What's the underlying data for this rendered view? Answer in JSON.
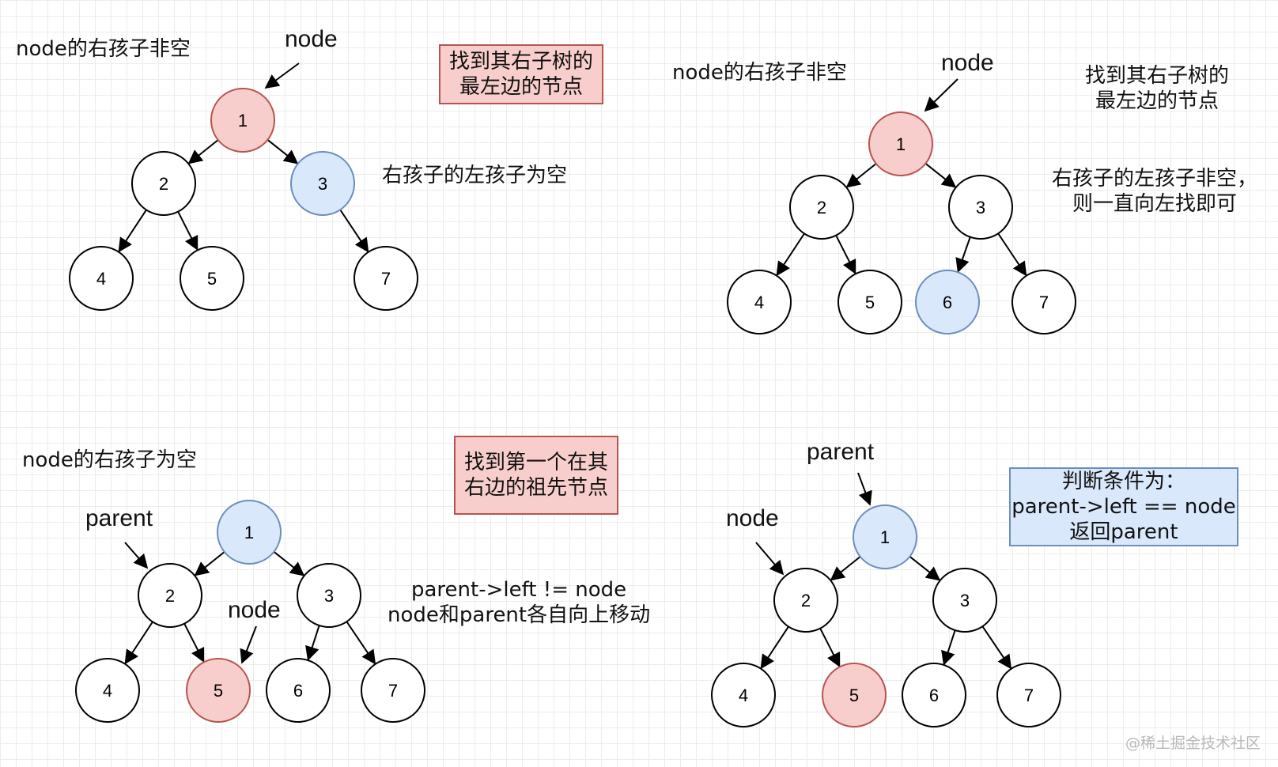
{
  "colors": {
    "red_fill": "#f8cecc",
    "red_stroke": "#b85450",
    "blue_fill": "#dae8fc",
    "blue_stroke": "#6c8ebf",
    "white_fill": "#ffffff",
    "stroke": "#000000"
  },
  "panels": {
    "top_left": {
      "title": "node的右孩子非空",
      "pointer": "node",
      "box": {
        "line1": "找到其右子树的",
        "line2": "最左边的节点"
      },
      "note": "右孩子的左孩子为空"
    },
    "top_right": {
      "title": "node的右孩子非空",
      "pointer": "node",
      "note_top": {
        "line1": "找到其右子树的",
        "line2": "最左边的节点"
      },
      "note": {
        "line1": "右孩子的左孩子非空，",
        "line2": "则一直向左找即可"
      }
    },
    "bottom_left": {
      "title": "node的右孩子为空",
      "pointer_parent": "parent",
      "pointer_node": "node",
      "box": {
        "line1": "找到第一个在其",
        "line2": "右边的祖先节点"
      },
      "note": {
        "line1": "parent->left != node",
        "line2": "node和parent各自向上移动"
      }
    },
    "bottom_right": {
      "pointer_parent": "parent",
      "pointer_node": "node",
      "box": {
        "line1": "判断条件为：",
        "line2": "parent->left == node",
        "line3": "返回parent"
      }
    }
  },
  "trees": [
    {
      "id": "tl",
      "nodes": [
        {
          "label": "1",
          "color": "red"
        },
        {
          "label": "2",
          "color": "white"
        },
        {
          "label": "3",
          "color": "blue"
        },
        {
          "label": "4",
          "color": "white"
        },
        {
          "label": "5",
          "color": "white"
        },
        {
          "label": "7",
          "color": "white"
        }
      ]
    },
    {
      "id": "tr",
      "nodes": [
        {
          "label": "1",
          "color": "red"
        },
        {
          "label": "2",
          "color": "white"
        },
        {
          "label": "3",
          "color": "white"
        },
        {
          "label": "4",
          "color": "white"
        },
        {
          "label": "5",
          "color": "white"
        },
        {
          "label": "6",
          "color": "blue"
        },
        {
          "label": "7",
          "color": "white"
        }
      ]
    },
    {
      "id": "bl",
      "nodes": [
        {
          "label": "1",
          "color": "blue"
        },
        {
          "label": "2",
          "color": "white"
        },
        {
          "label": "3",
          "color": "white"
        },
        {
          "label": "4",
          "color": "white"
        },
        {
          "label": "5",
          "color": "red"
        },
        {
          "label": "6",
          "color": "white"
        },
        {
          "label": "7",
          "color": "white"
        }
      ]
    },
    {
      "id": "br",
      "nodes": [
        {
          "label": "1",
          "color": "blue"
        },
        {
          "label": "2",
          "color": "white"
        },
        {
          "label": "3",
          "color": "white"
        },
        {
          "label": "4",
          "color": "white"
        },
        {
          "label": "5",
          "color": "red"
        },
        {
          "label": "6",
          "color": "white"
        },
        {
          "label": "7",
          "color": "white"
        }
      ]
    }
  ],
  "watermark": "@稀土掘金技术社区"
}
